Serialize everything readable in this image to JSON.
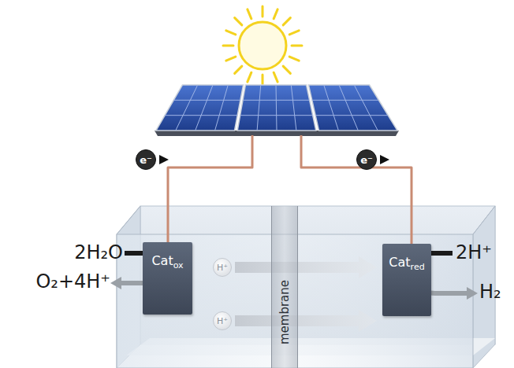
{
  "diagram": {
    "nodes": [
      {
        "text": [
          "e⁻"
        ]
      },
      {
        "text": [
          "e⁻"
        ]
      },
      {
        "text": [
          "Cat",
          "ox"
        ]
      },
      {
        "text": [
          "H⁺"
        ]
      },
      {
        "text": [
          "H⁺"
        ]
      },
      {
        "text": [
          "membrane"
        ]
      },
      {
        "text": [
          "Cat",
          "red"
        ]
      }
    ],
    "labels": [
      "2H₂O",
      "O₂+4H⁺",
      "2H⁺",
      "H₂"
    ]
  }
}
